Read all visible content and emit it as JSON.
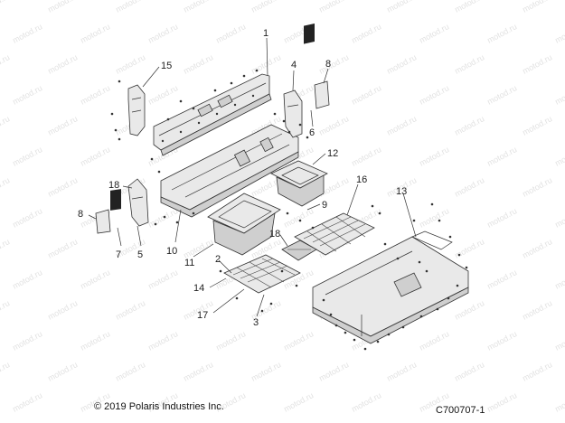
{
  "diagram": {
    "watermark": "motod.ru",
    "callouts": [
      {
        "id": "c1",
        "label": "1"
      },
      {
        "id": "c2",
        "label": "2"
      },
      {
        "id": "c3",
        "label": "3"
      },
      {
        "id": "c4",
        "label": "4"
      },
      {
        "id": "c5",
        "label": "5"
      },
      {
        "id": "c6",
        "label": "6"
      },
      {
        "id": "c7",
        "label": "7"
      },
      {
        "id": "c8a",
        "label": "8"
      },
      {
        "id": "c8b",
        "label": "8"
      },
      {
        "id": "c9",
        "label": "9"
      },
      {
        "id": "c10",
        "label": "10"
      },
      {
        "id": "c11",
        "label": "11"
      },
      {
        "id": "c12",
        "label": "12"
      },
      {
        "id": "c13",
        "label": "13"
      },
      {
        "id": "c14",
        "label": "14"
      },
      {
        "id": "c15",
        "label": "15"
      },
      {
        "id": "c16",
        "label": "16"
      },
      {
        "id": "c17",
        "label": "17"
      },
      {
        "id": "c18a",
        "label": "18"
      },
      {
        "id": "c18b",
        "label": "18"
      }
    ]
  },
  "footer": {
    "copyright": "© 2019 Polaris Industries Inc.",
    "code": "C700707-1"
  }
}
